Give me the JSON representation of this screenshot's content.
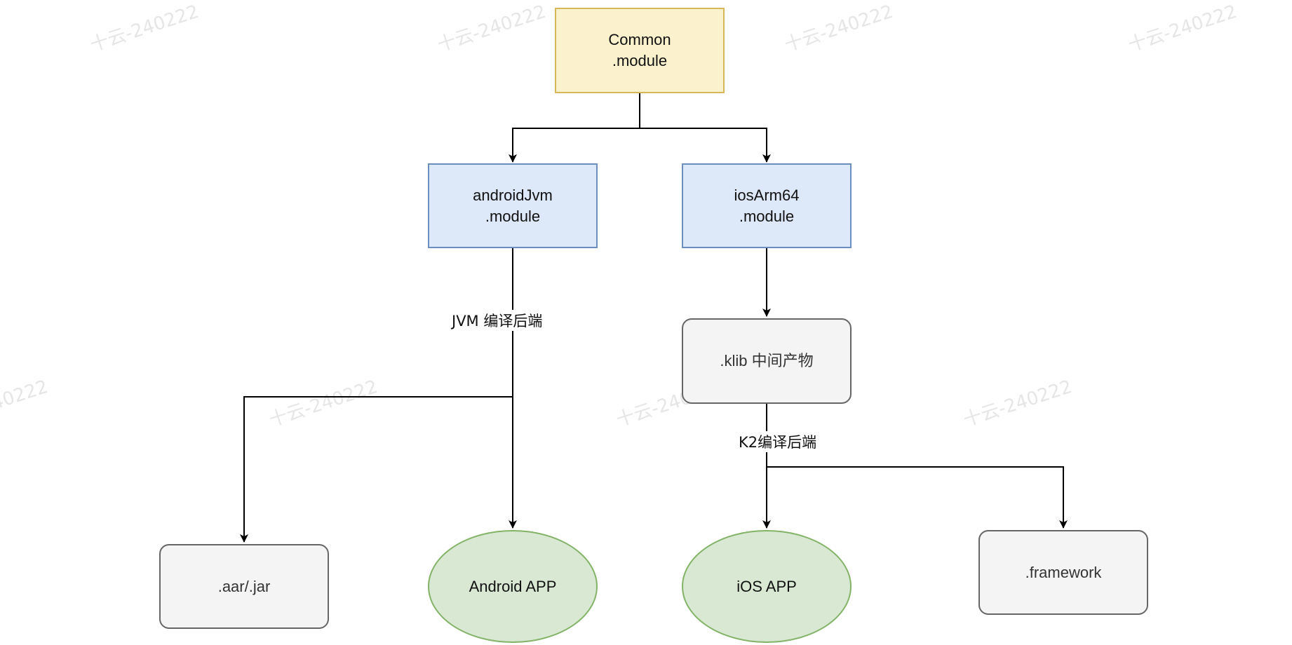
{
  "watermark": "十云-240222",
  "nodes": {
    "common": "Common\n.module",
    "android_jvm": "androidJvm\n.module",
    "ios_arm64": "iosArm64\n.module",
    "klib": ".klib 中间产物",
    "aar_jar": ".aar/.jar",
    "android_app": "Android APP",
    "ios_app": "iOS APP",
    "framework": ".framework"
  },
  "edge_labels": {
    "jvm_backend": "JVM 编译后端",
    "k2_backend": "K2编译后端"
  },
  "colors": {
    "module_common_fill": "#fbf1cd",
    "module_platform_fill": "#dde8f8",
    "artifact_fill": "#f4f4f4",
    "app_fill": "#d8e8d3",
    "edge": "#000000"
  }
}
